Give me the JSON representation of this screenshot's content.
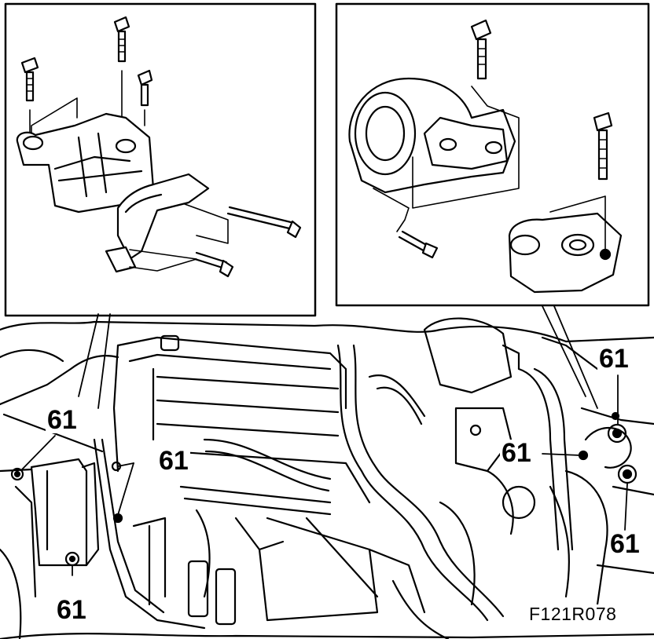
{
  "diagram": {
    "figure_code": "F121R078",
    "callouts": {
      "left_upper": "61",
      "left_middle": "61",
      "left_lower": "61",
      "center_right": "61",
      "right_upper": "61",
      "right_lower": "61"
    },
    "insets": [
      {
        "content": "engine mount assembly, left (exploded view with bolts)"
      },
      {
        "content": "engine mount assembly, right (exploded view with bolts)"
      }
    ],
    "line_color": "#000000",
    "background_color": "#ffffff"
  }
}
